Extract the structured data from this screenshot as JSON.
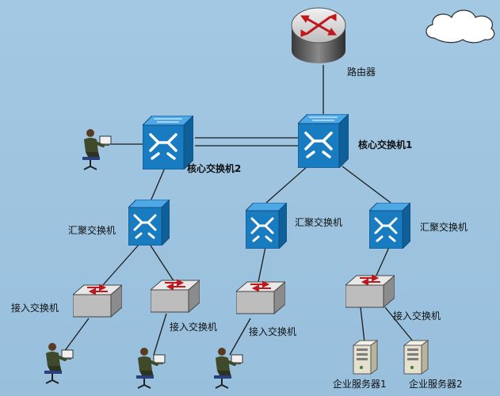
{
  "labels": {
    "router": "路由器",
    "core1": "核心交换机1",
    "core2": "核心交换机2",
    "agg_left": "汇聚交换机",
    "agg_mid": "汇聚交换机",
    "agg_right": "汇聚交换机",
    "access1": "接入交换机",
    "access2": "接入交换机",
    "access3": "接入交换机",
    "access4": "接入交换机",
    "server1": "企业服务器1",
    "server2": "企业服务器2"
  },
  "colors": {
    "background": "#9dc3df",
    "switch_blue": "#1a7cc0",
    "link_line": "#1b1b1b"
  }
}
